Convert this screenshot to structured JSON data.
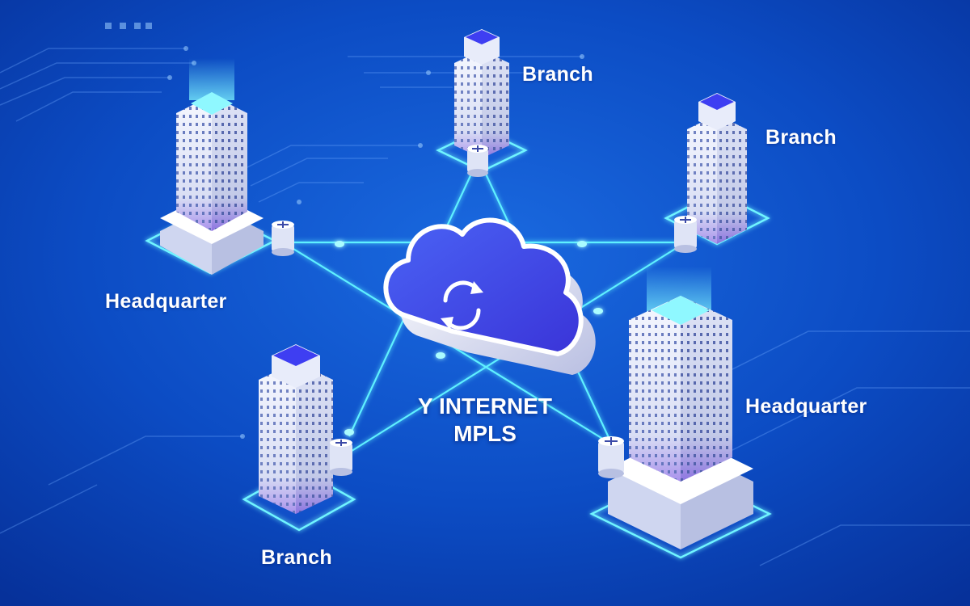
{
  "center": {
    "line1": "Y INTERNET",
    "line2": "MPLS"
  },
  "nodes": {
    "hq_left": "Headquarter",
    "hq_right": "Headquarter",
    "branch_top": "Branch",
    "branch_right": "Branch",
    "branch_bottom": "Branch"
  },
  "colors": {
    "background": "#0a3fb0",
    "link": "#5ff0ff",
    "cloud": "#3f4ef0",
    "building": "#eef1fb"
  },
  "icons": [
    "cloud-icon",
    "sync-arrows-icon",
    "router-icon",
    "building-icon"
  ]
}
